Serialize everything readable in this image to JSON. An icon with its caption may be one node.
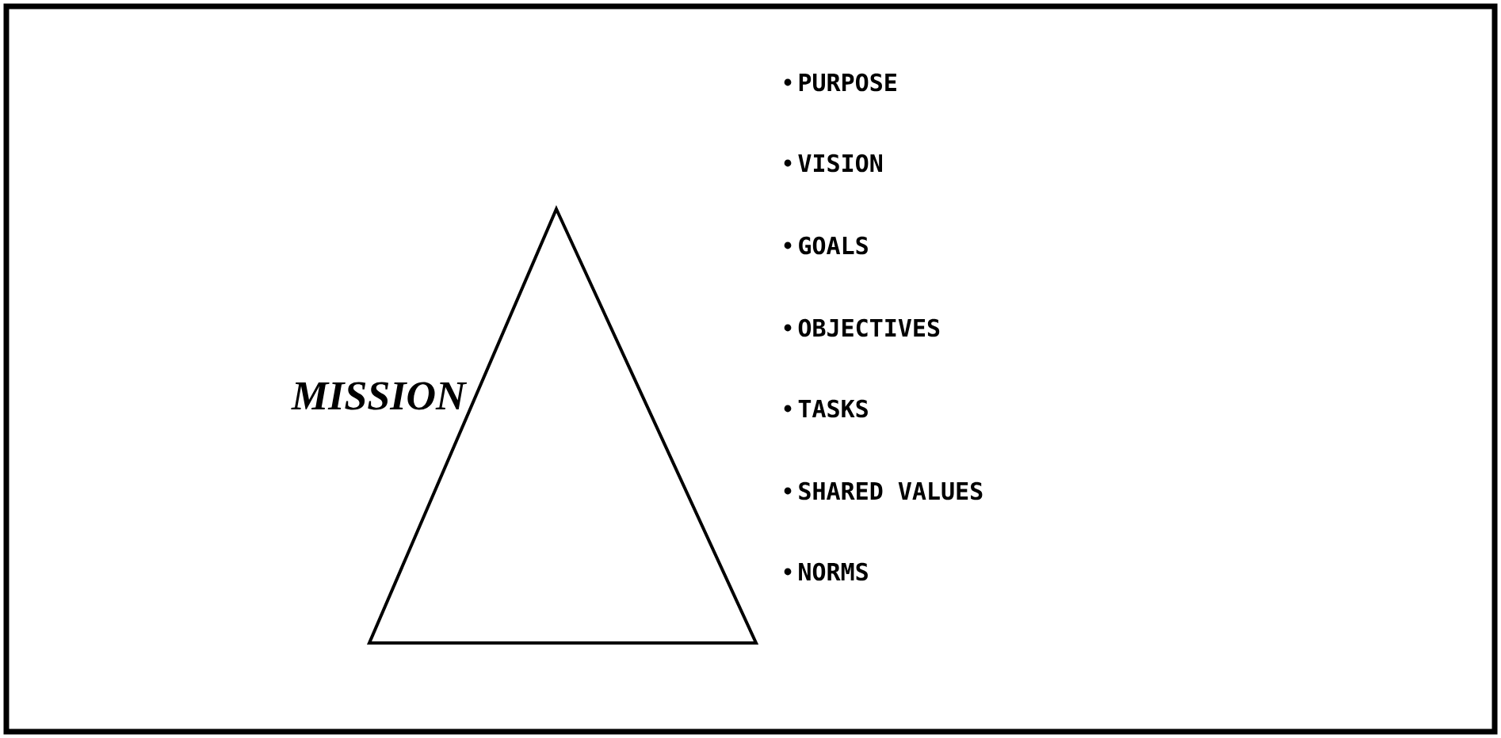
{
  "diagram": {
    "nodes": [
      {
        "text": [
          "MISSION"
        ]
      }
    ],
    "labels": [
      "PURPOSE",
      "VISION",
      "GOALS",
      "OBJECTIVES",
      "TASKS",
      "SHARED VALUES",
      "NORMS"
    ]
  }
}
